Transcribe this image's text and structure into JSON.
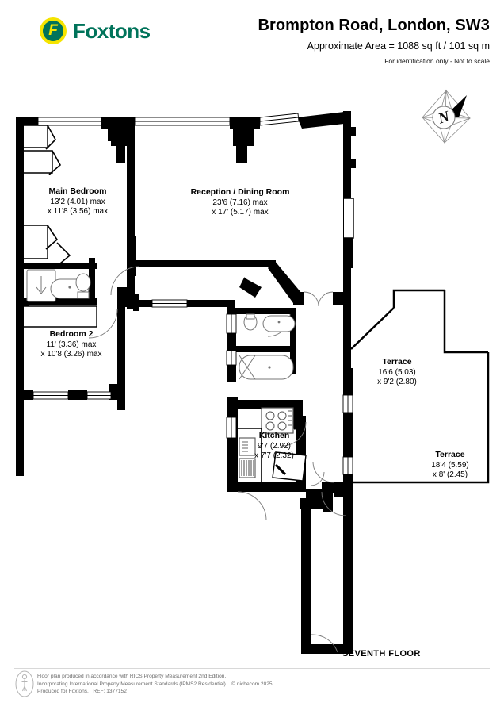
{
  "header": {
    "logo_text": "Foxtons",
    "logo_letter": "F",
    "title": "Brompton Road, London, SW3",
    "area": "Approximate Area = 1088 sq ft / 101 sq m",
    "note": "For identification only - Not to scale",
    "brand_green": "#00735a",
    "brand_yellow": "#f5e400"
  },
  "compass": {
    "label": "N"
  },
  "plan": {
    "floor_caption": "SEVENTH FLOOR",
    "rooms": [
      {
        "name": "Main Bedroom",
        "dim1": "13'2 (4.01) max",
        "dim2": "x 11'8 (3.56) max"
      },
      {
        "name": "Reception / Dining  Room",
        "dim1": "23'6 (7.16) max",
        "dim2": "x 17' (5.17) max"
      },
      {
        "name": "Bedroom 2",
        "dim1": "11' (3.36) max",
        "dim2": "x 10'8 (3.26) max"
      },
      {
        "name": "Kitchen",
        "dim1": "9'7 (2.92)",
        "dim2": "x 7'7 (2.32)"
      },
      {
        "name": "Terrace",
        "dim1": "16'6 (5.03)",
        "dim2": "x 9'2 (2.80)"
      },
      {
        "name": "Terrace",
        "dim1": "18'4 (5.59)",
        "dim2": "x 8' (2.45)"
      }
    ]
  },
  "footer": {
    "line1": "Floor plan produced in accordance with RICS Property Measurement 2nd Edition,",
    "line2": "Incorporating International Property Measurement Standards (IPMS2 Residential).   © nichecom 2025.",
    "line3": "Produced for Foxtons.   REF: 1377152"
  }
}
